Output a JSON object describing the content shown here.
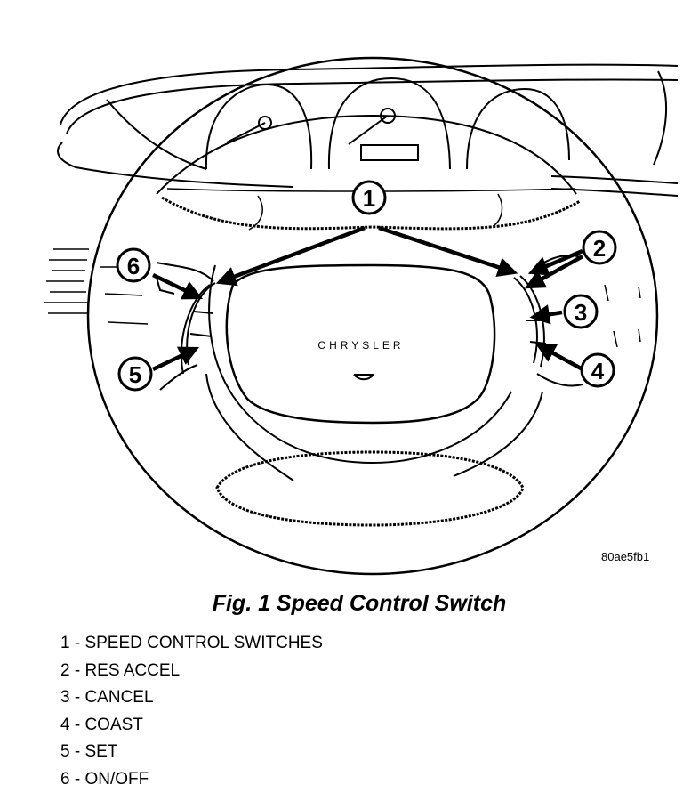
{
  "figure": {
    "id": "80ae5fb1",
    "brand": "CHRYSLER",
    "callouts": [
      "1",
      "2",
      "3",
      "4",
      "5",
      "6"
    ]
  },
  "caption": "Fig. 1 Speed Control Switch",
  "legend": [
    {
      "text": "1 - SPEED CONTROL SWITCHES"
    },
    {
      "text": "2 - RES ACCEL"
    },
    {
      "text": "3 - CANCEL"
    },
    {
      "text": "4 - COAST"
    },
    {
      "text": "5 - SET"
    },
    {
      "text": "6 - ON/OFF"
    }
  ]
}
